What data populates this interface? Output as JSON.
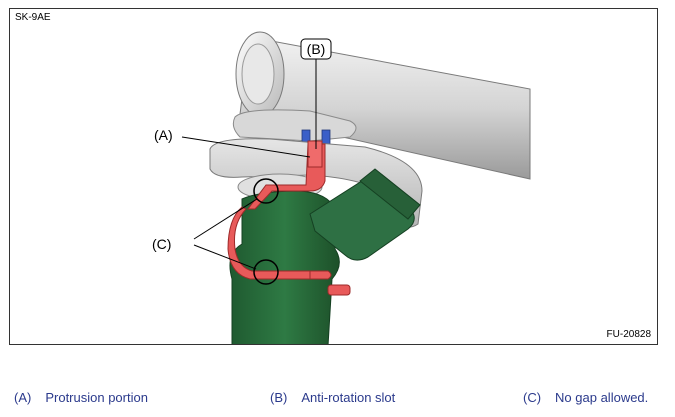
{
  "figure": {
    "code": "SK-9AE",
    "number": "FU-20828",
    "callouts": {
      "a": "(A)",
      "b": "(B)",
      "c": "(C)"
    }
  },
  "legend": [
    {
      "key": "(A)",
      "text": "Protrusion portion"
    },
    {
      "key": "(B)",
      "text": "Anti-rotation slot"
    },
    {
      "key": "(C)",
      "text": "No gap allowed."
    }
  ],
  "colors": {
    "clip": "#e85a5a",
    "injector": "#2d6b3f",
    "slot": "#3a5fc8",
    "metal": "#d0d0d0",
    "legend_text": "#2b3a8c"
  }
}
